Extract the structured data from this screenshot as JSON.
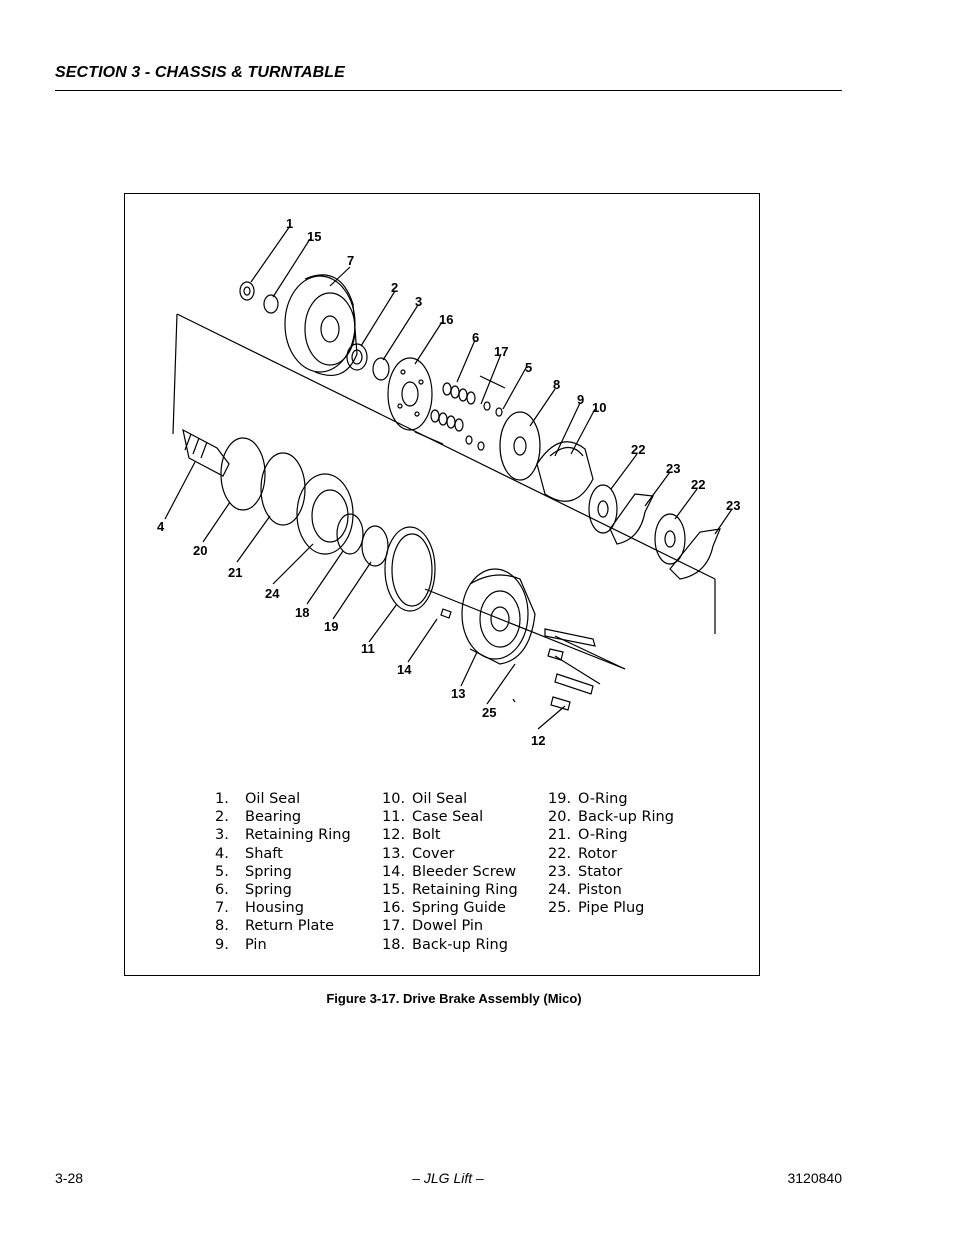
{
  "header": {
    "section_title": "SECTION 3 - CHASSIS & TURNTABLE"
  },
  "figure": {
    "caption": "Figure 3-17.  Drive Brake Assembly (Mico)",
    "callouts": [
      "1",
      "15",
      "7",
      "2",
      "3",
      "16",
      "6",
      "17",
      "5",
      "8",
      "9",
      "10",
      "22",
      "23",
      "22",
      "23",
      "4",
      "20",
      "21",
      "24",
      "18",
      "19",
      "11",
      "14",
      "13",
      "25",
      "12"
    ],
    "legend": {
      "col1": [
        {
          "num": "1.",
          "label": "Oil Seal"
        },
        {
          "num": "2.",
          "label": "Bearing"
        },
        {
          "num": "3.",
          "label": "Retaining Ring"
        },
        {
          "num": "4.",
          "label": "Shaft"
        },
        {
          "num": "5.",
          "label": "Spring"
        },
        {
          "num": "6.",
          "label": "Spring"
        },
        {
          "num": "7.",
          "label": "Housing"
        },
        {
          "num": "8.",
          "label": "Return Plate"
        },
        {
          "num": "9.",
          "label": "Pin"
        }
      ],
      "col2": [
        {
          "num": "10.",
          "label": "Oil Seal"
        },
        {
          "num": "11.",
          "label": "Case Seal"
        },
        {
          "num": "12.",
          "label": "Bolt"
        },
        {
          "num": "13.",
          "label": "Cover"
        },
        {
          "num": "14.",
          "label": "Bleeder Screw"
        },
        {
          "num": "15.",
          "label": "Retaining Ring"
        },
        {
          "num": "16.",
          "label": "Spring Guide"
        },
        {
          "num": "17.",
          "label": "Dowel Pin"
        },
        {
          "num": "18.",
          "label": "Back-up Ring"
        }
      ],
      "col3": [
        {
          "num": "19.",
          "label": "O-Ring"
        },
        {
          "num": "20.",
          "label": "Back-up Ring"
        },
        {
          "num": "21.",
          "label": "O-Ring"
        },
        {
          "num": "22.",
          "label": "Rotor"
        },
        {
          "num": "23.",
          "label": "Stator"
        },
        {
          "num": "24.",
          "label": "Piston"
        },
        {
          "num": "25.",
          "label": "Pipe Plug"
        }
      ]
    }
  },
  "footer": {
    "page_number": "3-28",
    "publisher": "– JLG Lift –",
    "doc_number": "3120840"
  }
}
